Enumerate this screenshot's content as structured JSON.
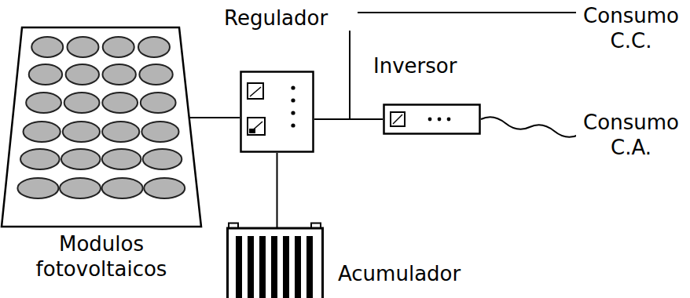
{
  "diagram": {
    "nodes": [
      {
        "text": [
          "Modulos fotovoltaicos"
        ]
      },
      {
        "text": [
          "Regulador"
        ]
      },
      {
        "text": [
          "Inversor"
        ]
      },
      {
        "text": [
          "Acumulador"
        ]
      },
      {
        "text": [
          "Consumo C.C."
        ]
      },
      {
        "text": [
          "Consumo C.A."
        ]
      }
    ],
    "edges": [
      {
        "from": 0,
        "to": 1,
        "arrow": "none"
      },
      {
        "from": 1,
        "to": 3,
        "arrow": "none"
      },
      {
        "from": 1,
        "to": 2,
        "arrow": "none"
      },
      {
        "from": 1,
        "to": 4,
        "arrow": "none"
      },
      {
        "from": 2,
        "to": 5,
        "arrow": "none"
      }
    ]
  }
}
